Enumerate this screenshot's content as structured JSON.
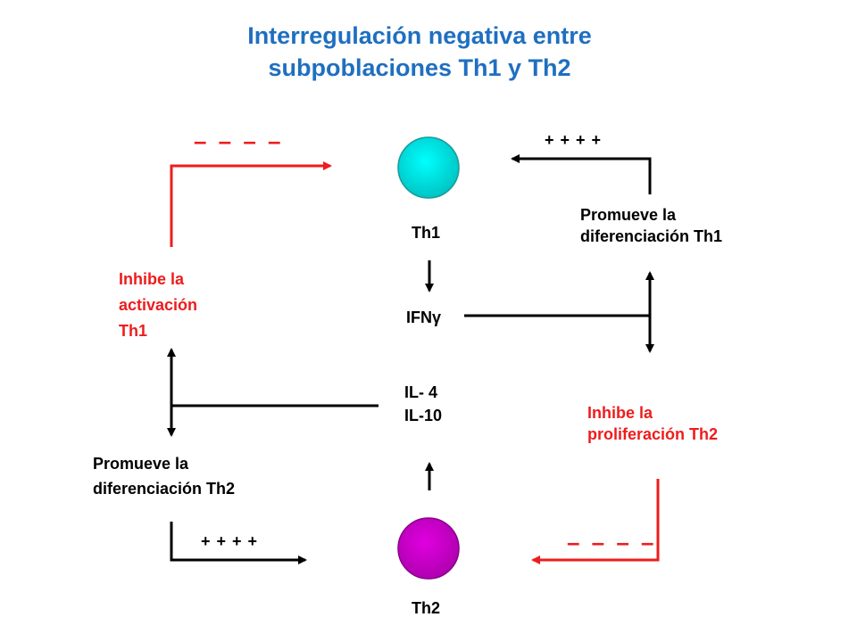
{
  "title": {
    "line1": "Interregulación negativa entre",
    "line2": "subpoblaciones Th1 y Th2"
  },
  "cells": {
    "th1": {
      "label": "Th1",
      "color": "#00d8d8"
    },
    "th2": {
      "label": "Th2",
      "color": "#c000c0"
    }
  },
  "cytokines": {
    "ifn": "IFNγ",
    "il4": "IL- 4",
    "il10": "IL-10"
  },
  "effects": {
    "promote_th1": {
      "line1": "Promueve la",
      "line2": "diferenciación Th1"
    },
    "inhibit_th2": {
      "line1": "Inhibe la",
      "line2": "proliferación Th2"
    },
    "inhibit_th1": {
      "line1": "Inhibe la",
      "line2": "activación",
      "line3": "Th1"
    },
    "promote_th2": {
      "line1": "Promueve la",
      "line2": "diferenciación Th2"
    }
  },
  "signs": {
    "plus_top": "+ + + +",
    "plus_bottom": "+ + + +",
    "minus_top": "– – – –",
    "minus_bottom": "– – – –"
  },
  "colors": {
    "title": "#1f6fc0",
    "inhibit": "#ee1c1c",
    "promote": "#000000"
  }
}
